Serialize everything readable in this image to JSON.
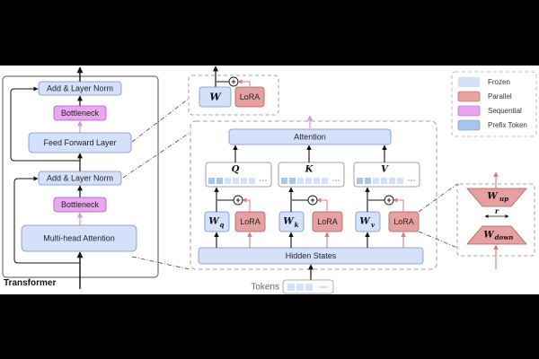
{
  "transformer": {
    "title": "Transformer",
    "add_norm_top": "Add & Layer Norm",
    "bottleneck_top": "Bottleneck",
    "ffn": "Feed Forward Layer",
    "add_norm_bottom": "Add & Layer Norm",
    "bottleneck_bottom": "Bottleneck",
    "mha": "Multi-head Attention"
  },
  "parallel_block": {
    "w": "W",
    "lora": "LoRA"
  },
  "attention_block": {
    "attention": "Attention",
    "q": "Q",
    "k": "K",
    "v": "V",
    "wq": "W",
    "wq_sub": "q",
    "wk": "W",
    "wk_sub": "k",
    "wv": "W",
    "wv_sub": "v",
    "lora": "LoRA",
    "hidden_states": "Hidden States",
    "plus": "+",
    "ellipsis": "···"
  },
  "tokens": {
    "label": "Tokens",
    "ellipsis": "···"
  },
  "lora_detail": {
    "w_up": "W",
    "w_up_sub": "up",
    "w_down": "W",
    "w_down_sub": "down",
    "rank": "r"
  },
  "legend": {
    "items": [
      {
        "label": "Frozen",
        "color": "#d5e0fb"
      },
      {
        "label": "Parallel",
        "color": "#e9a3a3"
      },
      {
        "label": "Sequential",
        "color": "#e7a7ee"
      },
      {
        "label": "Prefix Token",
        "color": "#a9c6ea"
      }
    ]
  },
  "colors": {
    "frozen": "#d5e0fb",
    "frozen_stroke": "#7a8fc8",
    "parallel": "#e5a1a1",
    "parallel_stroke": "#b25a5a",
    "sequential": "#eaa6f1",
    "sequential_stroke": "#a65db3",
    "prefix": "#a9c6ea",
    "arrow_red": "#e07878",
    "arrow_pink": "#e0a0ea"
  }
}
